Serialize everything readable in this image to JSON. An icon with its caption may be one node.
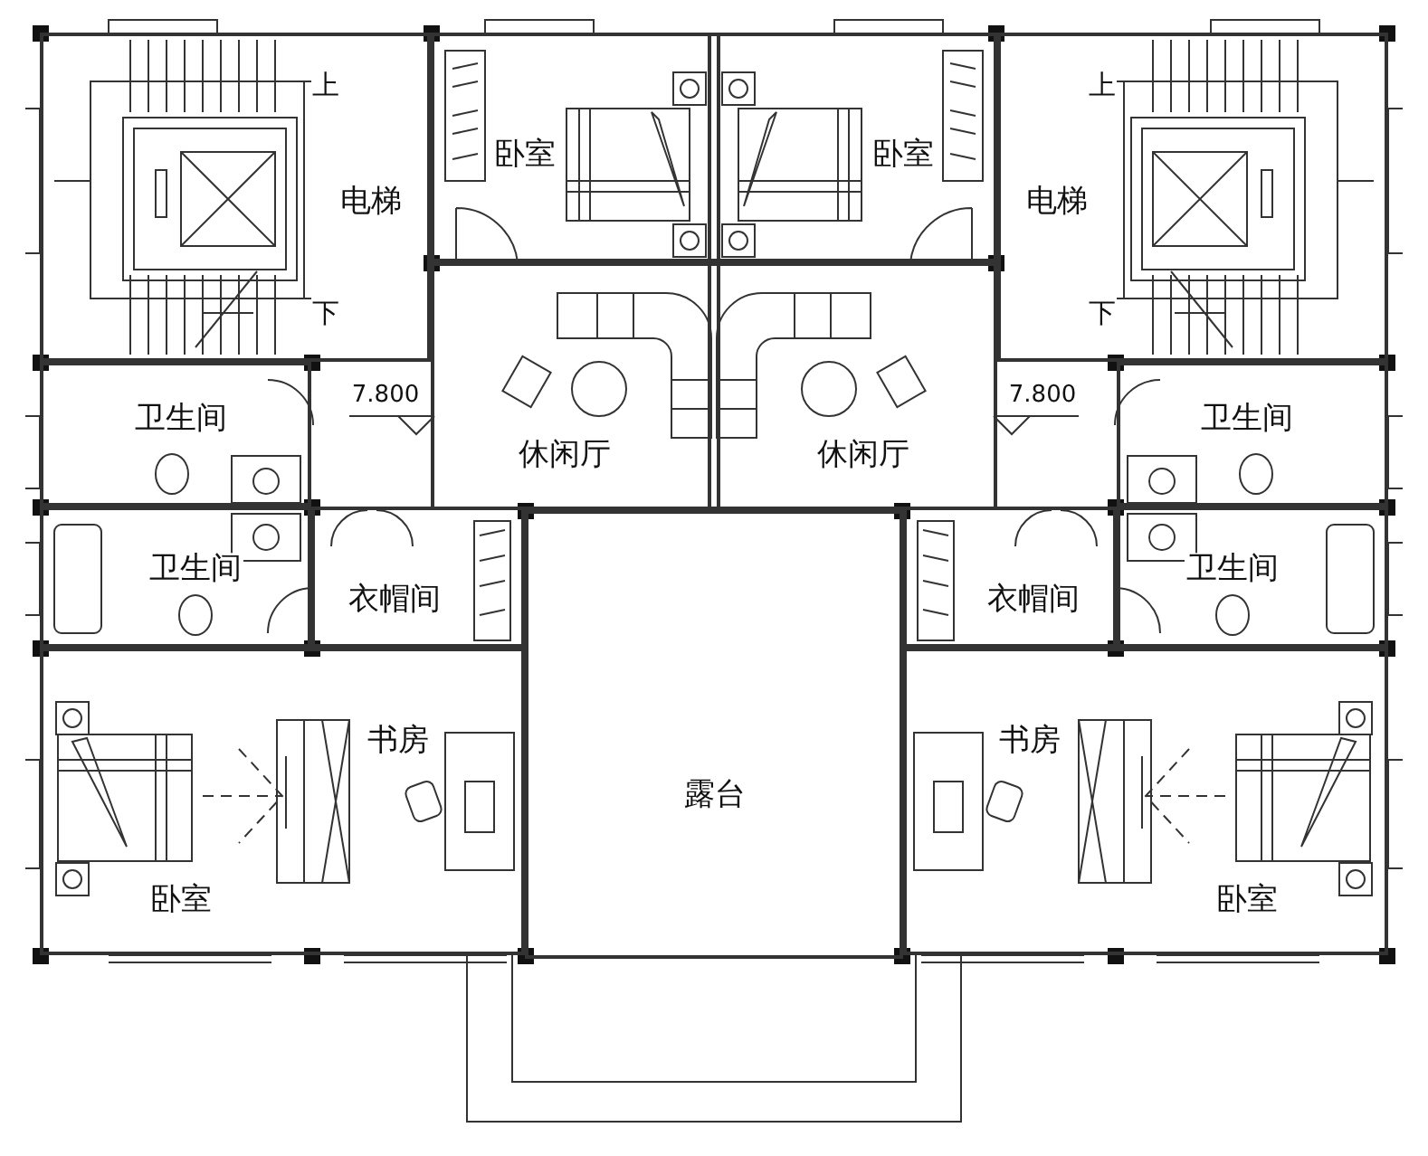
{
  "diagram": {
    "nodes": [
      {
        "text": [
          "电梯"
        ]
      },
      {
        "text": [
          "卧室"
        ]
      },
      {
        "text": [
          "卧室"
        ]
      },
      {
        "text": [
          "电梯"
        ]
      },
      {
        "text": [
          "卫生间"
        ]
      },
      {
        "text": [
          "休闲厅"
        ]
      },
      {
        "text": [
          "休闲厅"
        ]
      },
      {
        "text": [
          "卫生间"
        ]
      },
      {
        "text": [
          "卫生间"
        ]
      },
      {
        "text": [
          "衣帽间"
        ]
      },
      {
        "text": [
          "衣帽间"
        ]
      },
      {
        "text": [
          "卫生间"
        ]
      },
      {
        "text": [
          "卧室"
        ]
      },
      {
        "text": [
          "露台"
        ]
      },
      {
        "text": [
          "卧室"
        ]
      }
    ],
    "labels": [
      "上",
      "上",
      "下",
      "下",
      "7.800",
      "7.800",
      "书房",
      "书房"
    ]
  }
}
